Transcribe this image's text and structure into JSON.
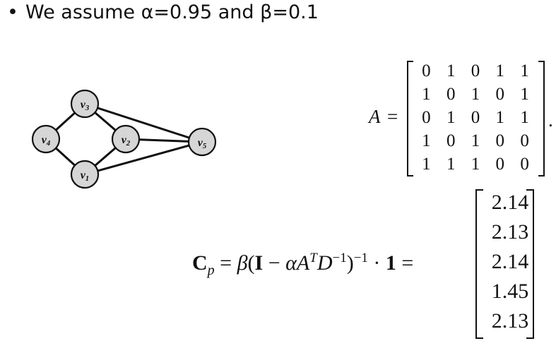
{
  "bullet": {
    "symbol": "•",
    "text": "We assume α=0.95 and β=0.1"
  },
  "graph": {
    "nodes": [
      {
        "id": "v3",
        "label": "v3"
      },
      {
        "id": "v4",
        "label": "v4"
      },
      {
        "id": "v2",
        "label": "v2"
      },
      {
        "id": "v5",
        "label": "v5"
      },
      {
        "id": "v1",
        "label": "v1"
      }
    ],
    "edges": [
      [
        "v3",
        "v4"
      ],
      [
        "v3",
        "v2"
      ],
      [
        "v3",
        "v5"
      ],
      [
        "v4",
        "v1"
      ],
      [
        "v2",
        "v1"
      ],
      [
        "v2",
        "v5"
      ],
      [
        "v1",
        "v5"
      ]
    ]
  },
  "matrix_A": {
    "label": "A",
    "equals": "=",
    "rows": [
      [
        "0",
        "1",
        "0",
        "1",
        "1"
      ],
      [
        "1",
        "0",
        "1",
        "0",
        "1"
      ],
      [
        "0",
        "1",
        "0",
        "1",
        "1"
      ],
      [
        "1",
        "0",
        "1",
        "0",
        "0"
      ],
      [
        "1",
        "1",
        "1",
        "0",
        "0"
      ]
    ],
    "trailing": "."
  },
  "cp_equation": {
    "lhs": "C_p = β(I − αA^T D^−1)^−1 · 1 =",
    "values": [
      "2.14",
      "2.13",
      "2.14",
      "1.45",
      "2.13"
    ]
  }
}
